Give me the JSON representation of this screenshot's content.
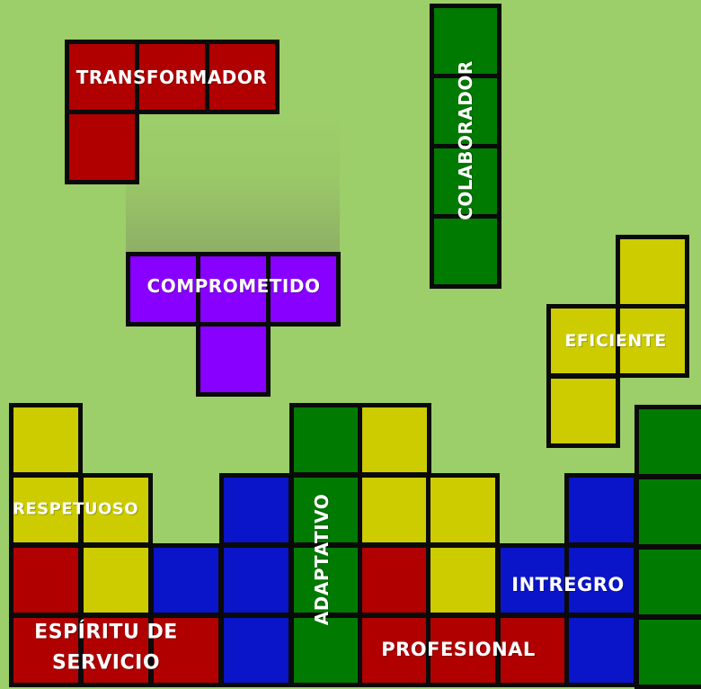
{
  "colors": {
    "background": "#9cce6a",
    "red": "#b00000",
    "green": "#007a00",
    "purple": "#8800ff",
    "yellow": "#cccc00",
    "blue": "#0a14c8",
    "outline": "#0a0a0a",
    "text": "#ffffff"
  },
  "labels": {
    "transformador": "TRANSFORMADOR",
    "colaborador": "COLABORADOR",
    "comprometido": "COMPROMETIDO",
    "eficiente": "EFICIENTE",
    "respetuoso": "RESPETUOSO",
    "adaptativo": "ADAPTATIVO",
    "intregro": "INTREGRO",
    "espiritu_line1": "ESPÍRITU DE",
    "espiritu_line2": "SERVICIO",
    "profesional": "PROFESIONAL"
  },
  "pieces": [
    {
      "name": "piece-transformador-red",
      "color": "red",
      "cells": [
        [
          0,
          0
        ],
        [
          1,
          0
        ],
        [
          2,
          0
        ],
        [
          0,
          1
        ]
      ]
    },
    {
      "name": "piece-colaborador-green",
      "color": "green",
      "cells": [
        [
          0,
          0
        ],
        [
          0,
          1
        ],
        [
          0,
          2
        ],
        [
          0,
          3
        ]
      ]
    },
    {
      "name": "piece-comprometido-purple",
      "color": "purple",
      "cells": [
        [
          0,
          0
        ],
        [
          1,
          0
        ],
        [
          2,
          0
        ],
        [
          1,
          1
        ]
      ]
    },
    {
      "name": "piece-eficiente-yellow",
      "color": "yellow",
      "cells": [
        [
          1,
          0
        ],
        [
          0,
          1
        ],
        [
          1,
          1
        ],
        [
          0,
          2
        ]
      ]
    },
    {
      "name": "stack-cell",
      "color": "yellow"
    }
  ]
}
